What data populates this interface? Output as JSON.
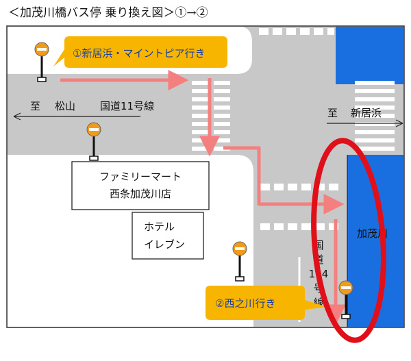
{
  "title": "＜加茂川橋バス停 乗り換え図＞①→②",
  "labels": {
    "route1": "①新居浜・マイントピア行き",
    "route2": "②西之川行き",
    "west_to": "至",
    "west_city": "松山",
    "highway_11": "国道11号線",
    "east_to": "至",
    "east_city": "新居浜",
    "familymart_line1": "ファミリーマート",
    "familymart_line2": "西条加茂川店",
    "hotel_line1": "ホテル",
    "hotel_line2": "イレブン",
    "river": "加茂川",
    "highway_194": [
      "国",
      "道",
      "194",
      "号",
      "線"
    ]
  },
  "colors": {
    "road": "#c8c8c8",
    "block": "#ffffff",
    "river": "#1a6fe0",
    "callout": "#f7b500",
    "callout_text": "#1a3ea0",
    "arrow": "#f47f7f",
    "highlight": "#e0101a",
    "bus_stop_sign": "#f29a1a"
  },
  "icons": [
    "bus-stop-icon",
    "arrow-left-icon",
    "arrow-right-icon"
  ]
}
